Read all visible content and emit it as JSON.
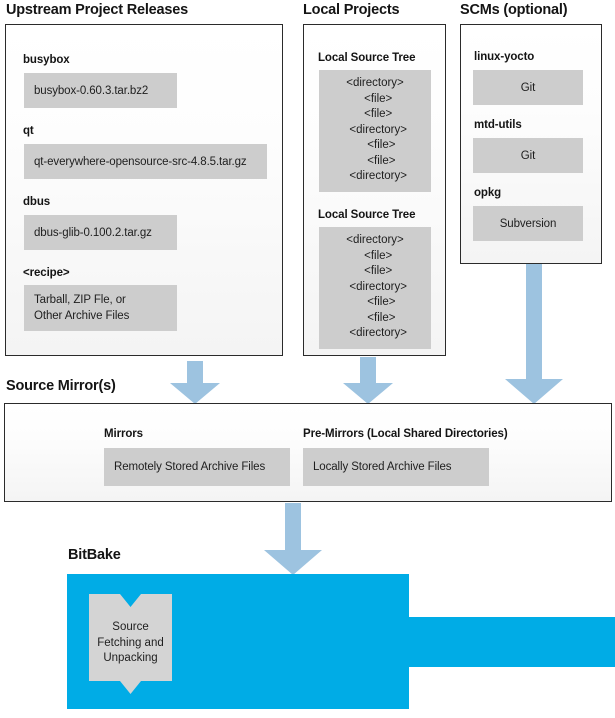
{
  "colors": {
    "arrow_blue": "#9dc3e0",
    "bitbake_blue": "#00ace6",
    "inner_box_gray": "#cdcdcd",
    "panel_border": "#2b2b2b",
    "text": "#1a1a1a"
  },
  "sections": {
    "upstream": {
      "title": "Upstream Project Releases",
      "items": [
        {
          "label": "busybox",
          "value": "busybox-0.60.3.tar.bz2"
        },
        {
          "label": "qt",
          "value": "qt-everywhere-opensource-src-4.8.5.tar.gz"
        },
        {
          "label": "dbus",
          "value": "dbus-glib-0.100.2.tar.gz"
        },
        {
          "label": "<recipe>",
          "value_line1": "Tarball, ZIP Fle, or",
          "value_line2": "Other Archive Files"
        }
      ]
    },
    "local_projects": {
      "title": "Local Projects",
      "trees": [
        {
          "label": "Local Source Tree",
          "lines": [
            "<directory>",
            "  <file>",
            "  <file>",
            "  <directory>",
            "    <file>",
            "    <file>",
            "  <directory>"
          ]
        },
        {
          "label": "Local Source Tree",
          "lines": [
            "<directory>",
            "  <file>",
            "  <file>",
            "  <directory>",
            "    <file>",
            "    <file>",
            "  <directory>"
          ]
        }
      ]
    },
    "scms": {
      "title": "SCMs (optional)",
      "items": [
        {
          "label": "linux-yocto",
          "value": "Git"
        },
        {
          "label": "mtd-utils",
          "value": "Git"
        },
        {
          "label": "opkg",
          "value": "Subversion"
        }
      ]
    },
    "source_mirrors": {
      "title": "Source Mirror(s)",
      "items": [
        {
          "label": "Mirrors",
          "value": "Remotely Stored Archive Files"
        },
        {
          "label": "Pre-Mirrors (Local Shared Directories)",
          "value": "Locally Stored Archive Files"
        }
      ]
    },
    "bitbake": {
      "title": "BitBake",
      "task": {
        "line1": "Source",
        "line2": "Fetching and",
        "line3": "Unpacking"
      }
    }
  },
  "arrows": [
    {
      "name": "upstream-to-mirrors"
    },
    {
      "name": "local-projects-to-mirrors"
    },
    {
      "name": "scms-to-mirrors"
    },
    {
      "name": "mirrors-to-bitbake"
    }
  ]
}
